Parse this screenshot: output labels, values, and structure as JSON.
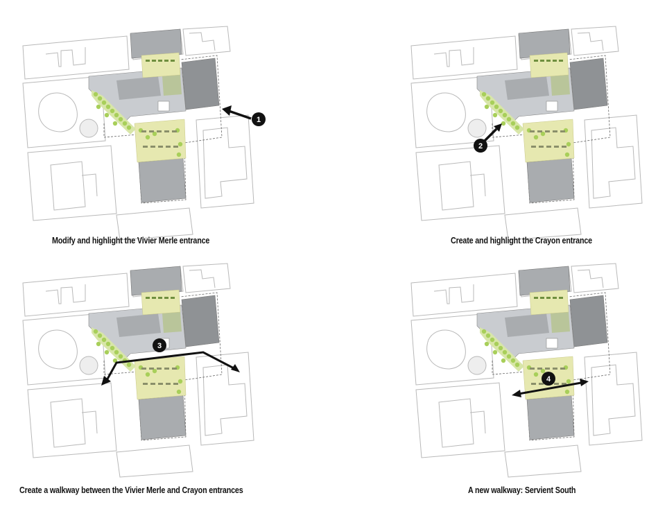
{
  "colors": {
    "outline": "#b8b8b8",
    "building_gray": "#a9acaf",
    "building_dark": "#8f9295",
    "plaza_light": "#c9ccd0",
    "garden_yellow": "#e6e8b0",
    "tree_green": "#a8cf5a",
    "arrow": "#111111",
    "marker_fill": "#111111",
    "marker_text": "#ffffff"
  },
  "panels": [
    {
      "id": "p1",
      "marker": "1",
      "caption": "Modify and highlight the Vivier Merle entrance"
    },
    {
      "id": "p2",
      "marker": "2",
      "caption": "Create and highlight the Crayon entrance"
    },
    {
      "id": "p3",
      "marker": "3",
      "caption": "Create a walkway between the Vivier Merle and Crayon entrances"
    },
    {
      "id": "p4",
      "marker": "4",
      "caption": "A new walkway: Servient South"
    }
  ]
}
